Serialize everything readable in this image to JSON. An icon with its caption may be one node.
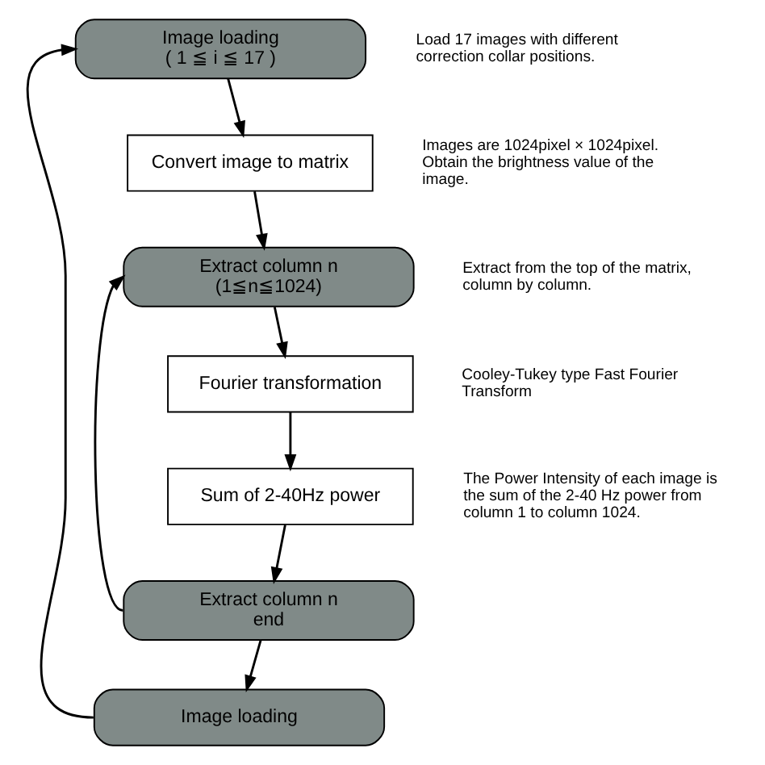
{
  "diagram": {
    "nodes": [
      {
        "text": [
          "Image loading",
          "( 1 ≦ i ≦ 17 )"
        ],
        "beside": [
          "Load 17 images with different correction collar positions."
        ]
      },
      {
        "text": [
          "Convert image to matrix"
        ],
        "beside": [
          "Images are 1024pixel × 1024pixel. Obtain the brightness value of the image."
        ]
      },
      {
        "text": [
          "Extract column n",
          "(1≦n≦1024)"
        ],
        "beside": [
          "Extract from the top of the matrix, column by column."
        ]
      },
      {
        "text": [
          "Fourier transformation"
        ],
        "beside": [
          "Cooley-Tukey type Fast Fourier Transform"
        ]
      },
      {
        "text": [
          "Sum of 2-40Hz power"
        ],
        "beside": [
          "The Power Intensity of each image is the sum of the 2-40 Hz power from column 1 to column 1024."
        ]
      },
      {
        "text": [
          "Extract column n",
          "end"
        ]
      },
      {
        "text": [
          "Image loading"
        ]
      }
    ],
    "edges": [
      {
        "from": 0,
        "to": 1,
        "arrow": "to"
      },
      {
        "from": 1,
        "to": 2,
        "arrow": "to"
      },
      {
        "from": 2,
        "to": 3,
        "arrow": "to"
      },
      {
        "from": 3,
        "to": 4,
        "arrow": "to"
      },
      {
        "from": 4,
        "to": 5,
        "arrow": "to"
      },
      {
        "from": 5,
        "to": 6,
        "arrow": "to"
      },
      {
        "from": 5,
        "to": 2,
        "arrow": "to"
      },
      {
        "from": 6,
        "to": 0,
        "arrow": "to"
      }
    ]
  }
}
